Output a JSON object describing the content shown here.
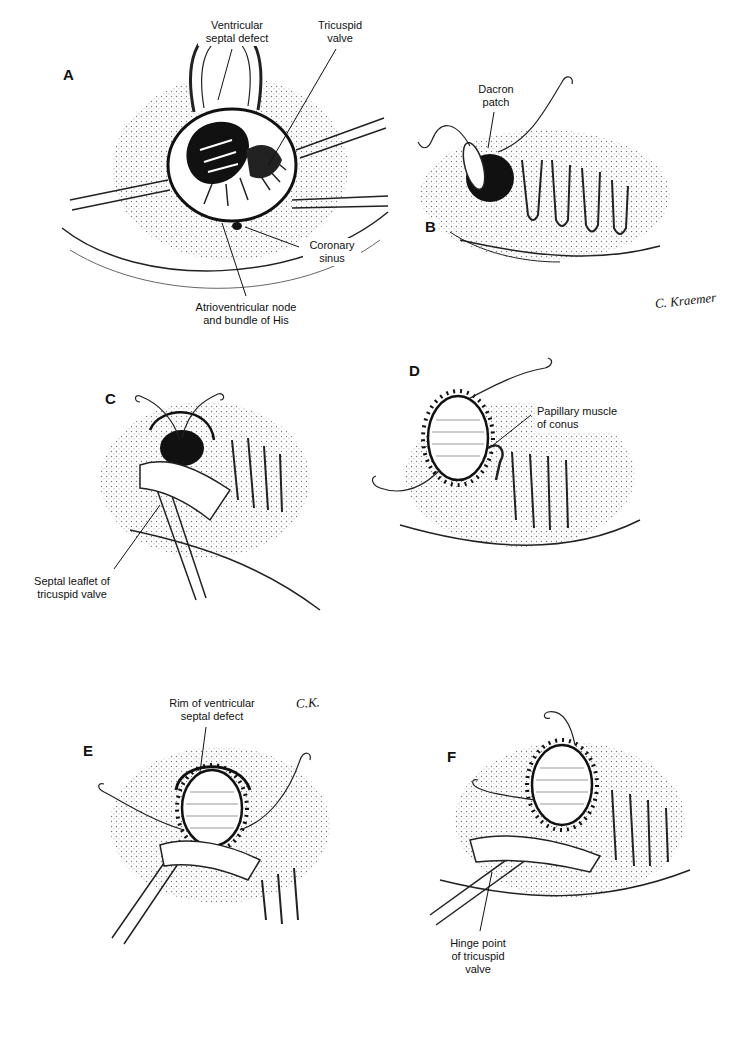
{
  "diagram": {
    "labels": [
      "A",
      "Ventricular septal defect",
      "Tricuspid valve",
      "Coronary sinus",
      "Atrioventricular node and bundle of His",
      "B",
      "Dacron patch",
      "C. Kraemer",
      "C",
      "Septal leaflet of tricuspid valve",
      "D",
      "Papillary muscle of conus",
      "E",
      "Rim of ventricular septal defect",
      "C.K.",
      "F",
      "Hinge point of tricuspid valve"
    ]
  }
}
